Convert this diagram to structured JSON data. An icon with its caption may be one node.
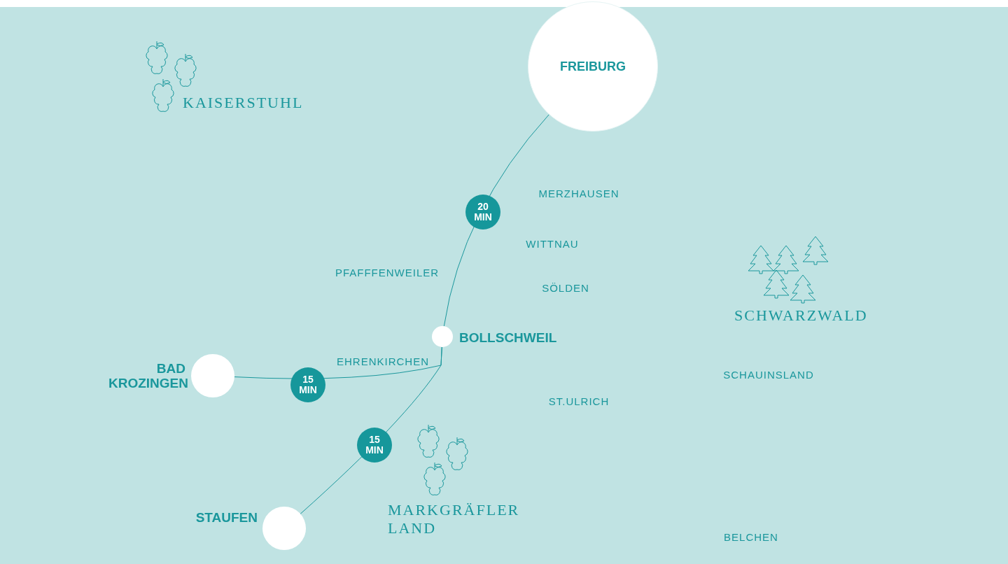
{
  "diagram": {
    "nodes": [
      {
        "text": [
          "FREIBURG"
        ]
      },
      {
        "text": [
          "BOLLSCHWEIL"
        ]
      },
      {
        "text": [
          "BAD KROZINGEN"
        ]
      },
      {
        "text": [
          "STAUFEN"
        ]
      }
    ],
    "edges": [
      {
        "from": 0,
        "to": 1,
        "arrow": "none",
        "label": "20 MIN"
      },
      {
        "from": 1,
        "to": 2,
        "arrow": "none",
        "label": "15 MIN"
      },
      {
        "from": 1,
        "to": 3,
        "arrow": "none",
        "label": "15 MIN"
      }
    ],
    "labels": [
      "KAISERSTUHL",
      "MERZHAUSEN",
      "WITTNAU",
      "PFAFFFENWEILER",
      "SÖLDEN",
      "SCHWARZWALD",
      "EHRENKIRCHEN",
      "SCHAUINSLAND",
      "ST.ULRICH",
      "MARKGRÄFLER LAND",
      "BELCHEN"
    ]
  }
}
